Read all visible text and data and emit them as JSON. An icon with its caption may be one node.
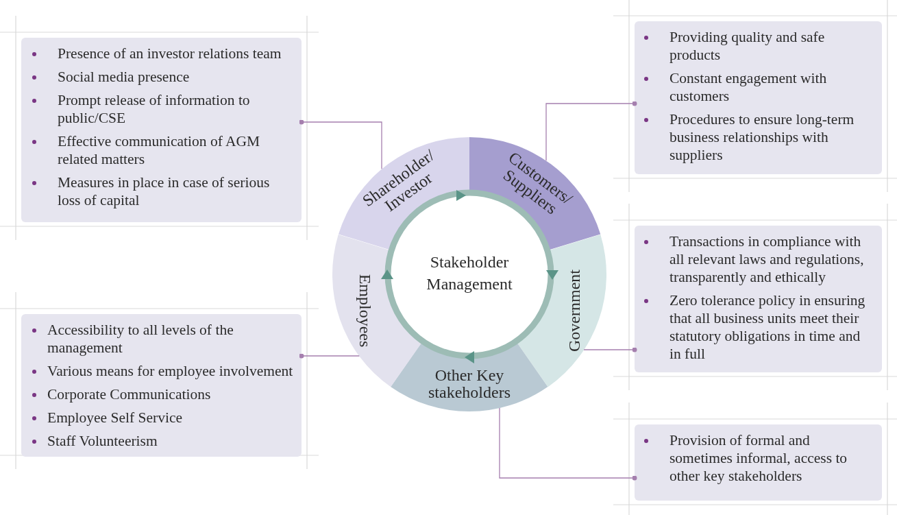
{
  "diagram": {
    "nodes": [
      {
        "text": [
          "Stakeholder Management"
        ]
      },
      {
        "text": [
          "Shareholder/ Investor"
        ]
      },
      {
        "text": [
          "Customers/ Suppliers"
        ]
      },
      {
        "text": [
          "Government"
        ]
      },
      {
        "text": [
          "Other Key stakeholders"
        ]
      },
      {
        "text": [
          "Employees"
        ]
      },
      {
        "text": [
          "Presence of an investor relations team",
          "Social media presence",
          "Prompt release of information to public/CSE",
          "Effective communication of AGM related matters",
          "Measures in place in case of serious loss of capital"
        ]
      },
      {
        "text": [
          "Providing quality and safe products",
          "Constant engagement with customers",
          "Procedures to ensure long-term business relationships with suppliers"
        ]
      },
      {
        "text": [
          "Transactions in compliance with all relevant laws and regulations, transparently and ethically",
          "Zero tolerance policy in ensuring that all business units meet their statutory obligations in time and in full"
        ]
      },
      {
        "text": [
          "Provision of formal and sometimes informal, access to other key stakeholders"
        ]
      },
      {
        "text": [
          "Accessibility to all levels of the management",
          "Various means for employee involvement",
          "Corporate Communications",
          "Employee Self Service",
          "Staff Volunteerism"
        ]
      }
    ],
    "edges": [
      {
        "from": 1,
        "to": 6,
        "arrow": "other"
      },
      {
        "from": 2,
        "to": 7,
        "arrow": "other"
      },
      {
        "from": 3,
        "to": 8,
        "arrow": "other"
      },
      {
        "from": 4,
        "to": 9,
        "arrow": "other"
      },
      {
        "from": 5,
        "to": 10,
        "arrow": "other"
      }
    ]
  }
}
